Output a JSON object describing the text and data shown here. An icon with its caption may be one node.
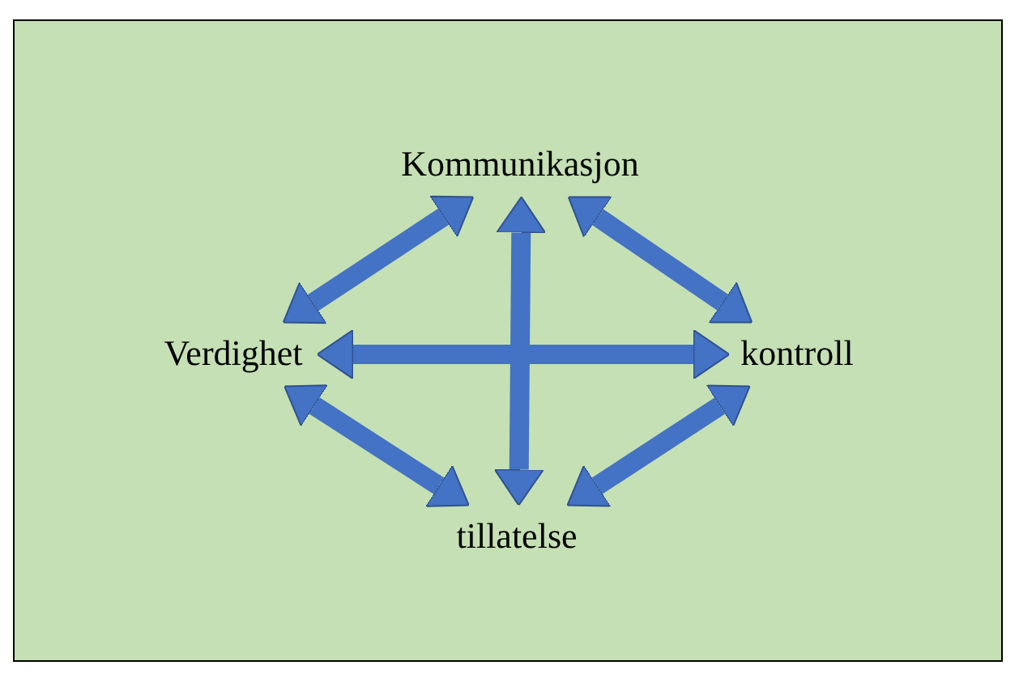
{
  "diagram": {
    "nodes": [
      {
        "text": [
          "Kommunikasjon"
        ]
      },
      {
        "text": [
          "Verdighet"
        ]
      },
      {
        "text": [
          "kontroll"
        ]
      },
      {
        "text": [
          "tillatelse"
        ]
      }
    ],
    "edges": [
      {
        "from": 0,
        "to": 1,
        "arrow": "both"
      },
      {
        "from": 0,
        "to": 2,
        "arrow": "both"
      },
      {
        "from": 1,
        "to": 3,
        "arrow": "both"
      },
      {
        "from": 2,
        "to": 3,
        "arrow": "both"
      },
      {
        "from": 0,
        "to": 3,
        "arrow": "both"
      },
      {
        "from": 1,
        "to": 2,
        "arrow": "both"
      }
    ]
  }
}
